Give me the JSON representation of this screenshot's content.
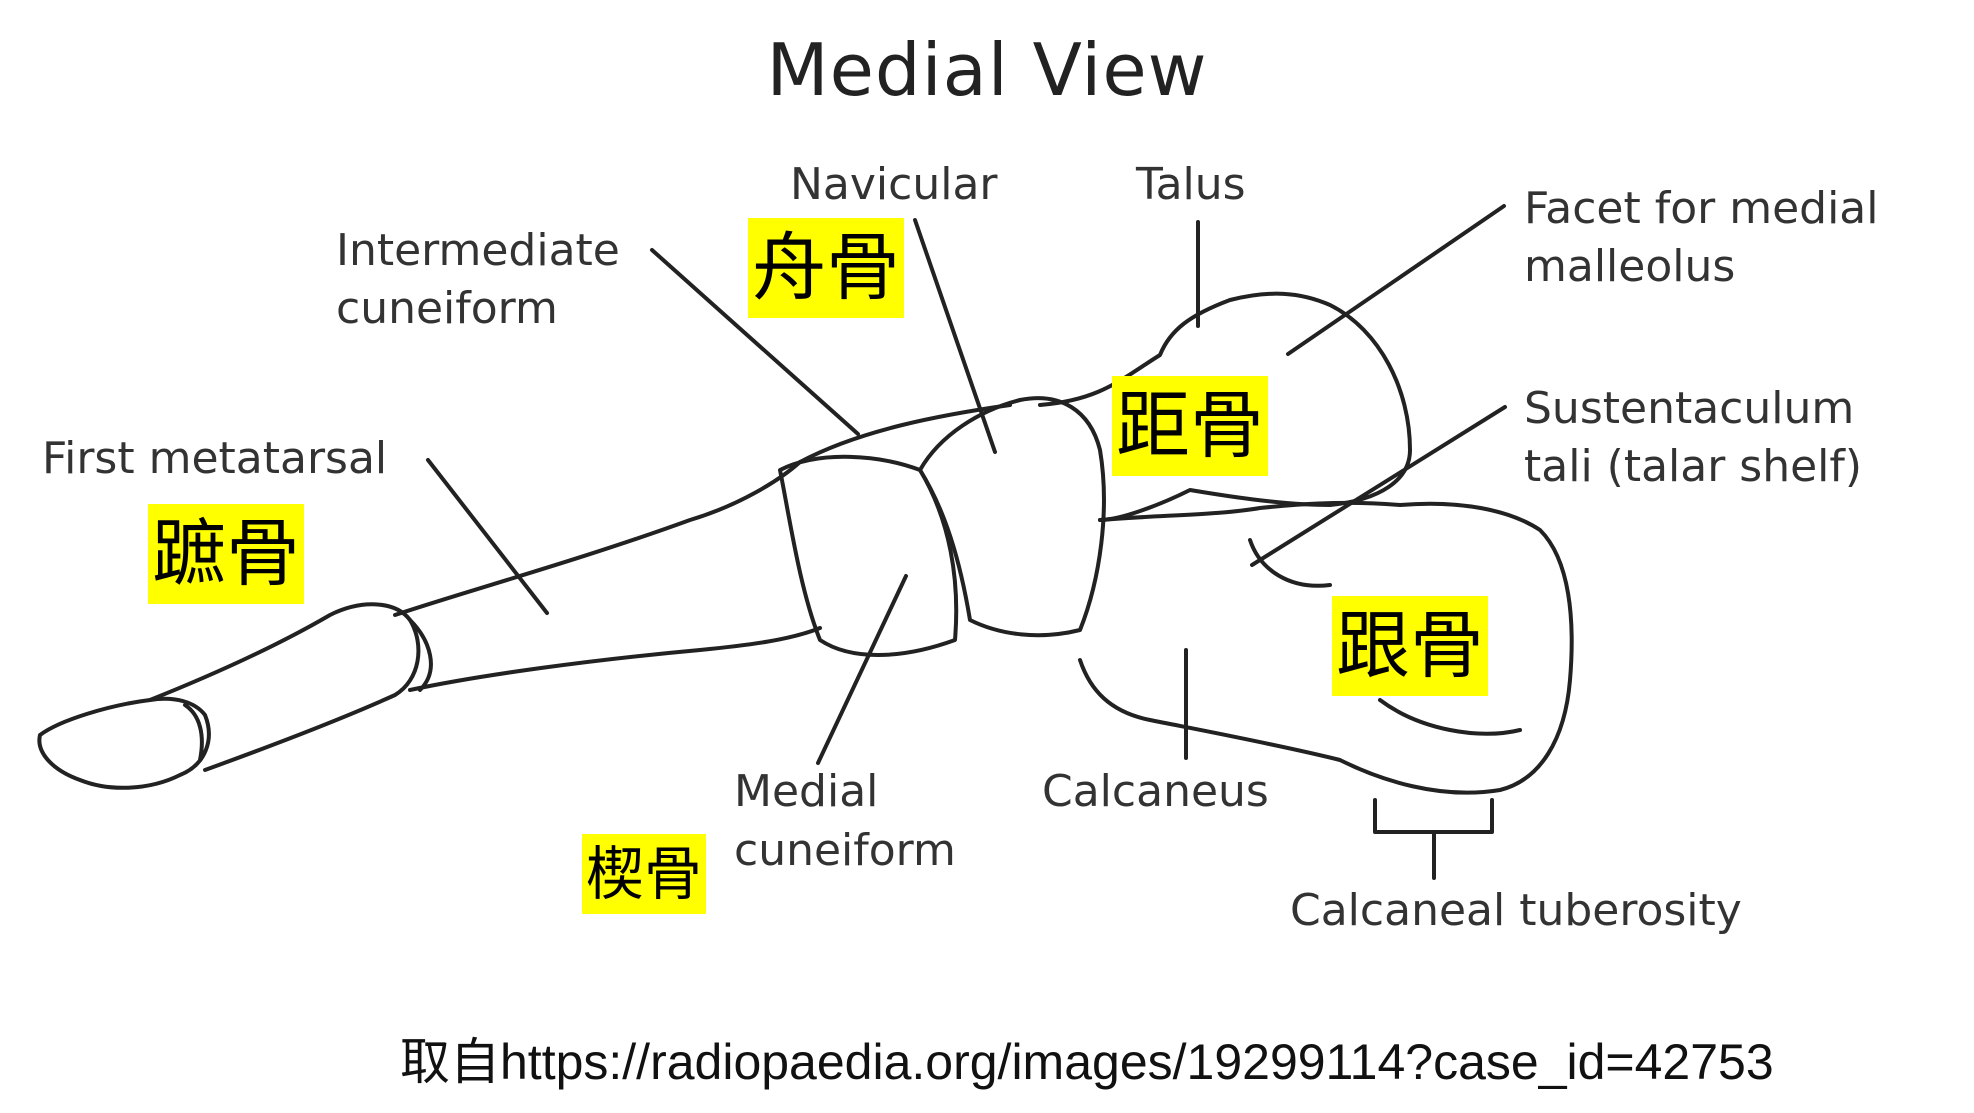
{
  "title": "Medial View",
  "labels": {
    "navicular": "Navicular",
    "talus": "Talus",
    "facet": [
      "Facet for medial",
      "malleolus"
    ],
    "intermediate_cuneiform": [
      "Intermediate",
      "cuneiform"
    ],
    "first_metatarsal": "First metatarsal",
    "sustentaculum": [
      "Sustentaculum",
      "tali (talar shelf)"
    ],
    "medial_cuneiform": [
      "Medial",
      "cuneiform"
    ],
    "calcaneus": "Calcaneus",
    "calcaneal_tuberosity": "Calcaneal tuberosity"
  },
  "chinese_labels": {
    "navicular": "舟骨",
    "talus": "距骨",
    "metatarsal": "蹠骨",
    "calcaneus": "跟骨",
    "cuneiform": "楔骨"
  },
  "source": "取自https://radiopaedia.org/images/19299114?case_id=42753",
  "colors": {
    "highlight": "#ffff00",
    "line": "#222222"
  }
}
